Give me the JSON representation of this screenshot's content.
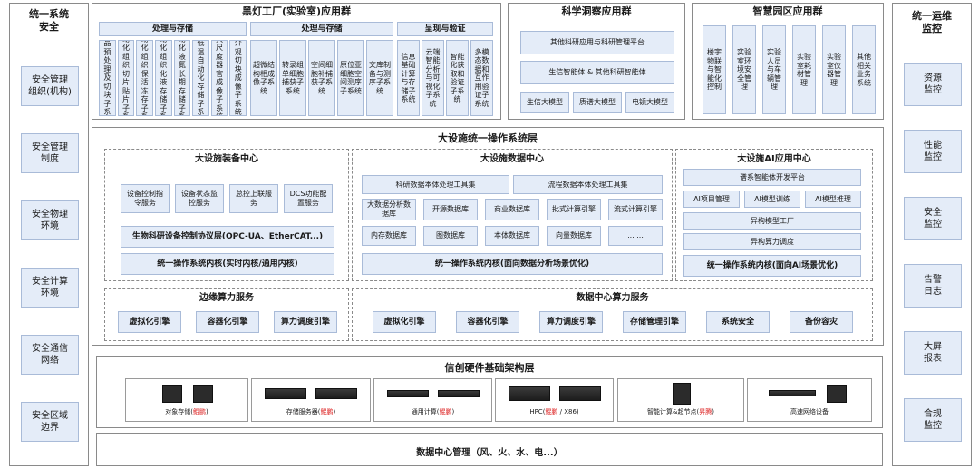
{
  "left": {
    "title": "统一系统\n安全",
    "items": [
      "安全管理\n组织(机构)",
      "安全管理\n制度",
      "安全物理\n环境",
      "安全计算\n环境",
      "安全通信\n网络",
      "安全区域\n边界"
    ]
  },
  "right": {
    "title": "统一运维\n监控",
    "items": [
      "资源\n监控",
      "性能\n监控",
      "安全\n监控",
      "告警\n日志",
      "大屏\n报表",
      "合规\n监控"
    ]
  },
  "apps": {
    "factory": {
      "title": "黑灯工厂(实验室)应用群",
      "groups": [
        {
          "title": "处理与存储",
          "items": [
            "样品预处理及切块子系统",
            "自动化组织切片贴片子系统",
            "自动化组织保活冻存子系统",
            "自动化组织化液存储子系统",
            "自动化液氮长期存储子系统",
            "超低温自动化存储子系统",
            "大尺度器官成像子系统",
            "介观切块成像子系统"
          ]
        },
        {
          "title": "处理与存储",
          "items": [
            "超微结构相成像子系统",
            "转录组单细胞捕获子系统",
            "空间细胞补捕获子系统",
            "原位亚细胞空间测序子系统",
            "文库制备与测序子系统"
          ]
        },
        {
          "title": "呈现与验证",
          "items": [
            "信息基础计算与存储子系统",
            "云端智能分析与可视化子系统",
            "智能化获取和验证子系统",
            "多模态数据和互作用验证子系统"
          ]
        }
      ]
    },
    "research": {
      "title": "科学洞察应用群",
      "platform1": "其他科研应用与科研管理平台",
      "platform2": "生信智能体 & 其他科研智能体",
      "models": [
        "生信大模型",
        "质谱大模型",
        "电镜大模型"
      ]
    },
    "park": {
      "title": "智慧园区应用群",
      "items": [
        "楼宇物联与智能化控制",
        "实验室环境安全管理",
        "实验人员与车辆管理",
        "实验室耗材管理",
        "实验室仪器管理",
        "其他相关业务系统"
      ]
    }
  },
  "os": {
    "title": "大设施统一操作系统层",
    "equip": {
      "title": "大设施装备中心",
      "row1": [
        "设备控制指令服务",
        "设备状态监控服务",
        "总控上联服务",
        "DCS功能配置服务"
      ],
      "protocol": "生物科研设备控制协议层(OPC-UA、EtherCAT...)",
      "kernel": "统一操作系统内核(实时内核/通用内核)"
    },
    "data": {
      "title": "大设施数据中心",
      "tools": [
        "科研数据本体处理工具集",
        "流程数据本体处理工具集"
      ],
      "row1": [
        "大数据分析数据库",
        "开源数据库",
        "商业数据库",
        "批式计算引擎",
        "流式计算引擎"
      ],
      "row2": [
        "内存数据库",
        "图数据库",
        "本体数据库",
        "向量数据库",
        "... ..."
      ],
      "kernel": "统一操作系统内核(面向数据分析场景优化)"
    },
    "ai": {
      "title": "大设施AI应用中心",
      "platform": "谱系智能体开发平台",
      "row1": [
        "AI项目管理",
        "AI模型训练",
        "AI模型推理"
      ],
      "factory": "异构模型工厂",
      "schedule": "异构算力调度",
      "kernel": "统一操作系统内核(面向AI场景优化)"
    },
    "edge": {
      "title": "边缘算力服务",
      "items": [
        "虚拟化引擎",
        "容器化引擎",
        "算力调度引擎"
      ]
    },
    "dc": {
      "title": "数据中心算力服务",
      "items": [
        "虚拟化引擎",
        "容器化引擎",
        "算力调度引擎",
        "存储管理引擎",
        "系统安全",
        "备份容灾"
      ]
    }
  },
  "hardware": {
    "title": "信创硬件基础架构层",
    "items": [
      {
        "label": "对象存储",
        "tag": "鲲鹏"
      },
      {
        "label": "存储服务器",
        "tag": "鲲鹏"
      },
      {
        "label": "通用计算",
        "tag": "鲲鹏"
      },
      {
        "label": "HPC",
        "tag": "鲲鹏",
        "suffix": " / X86)"
      },
      {
        "label": "智能计算&超节点",
        "tag": "昇腾"
      },
      {
        "label": "高速网络设备",
        "tag": ""
      }
    ]
  },
  "dcm": {
    "title": "数据中心管理（风、火、水、电...）"
  }
}
